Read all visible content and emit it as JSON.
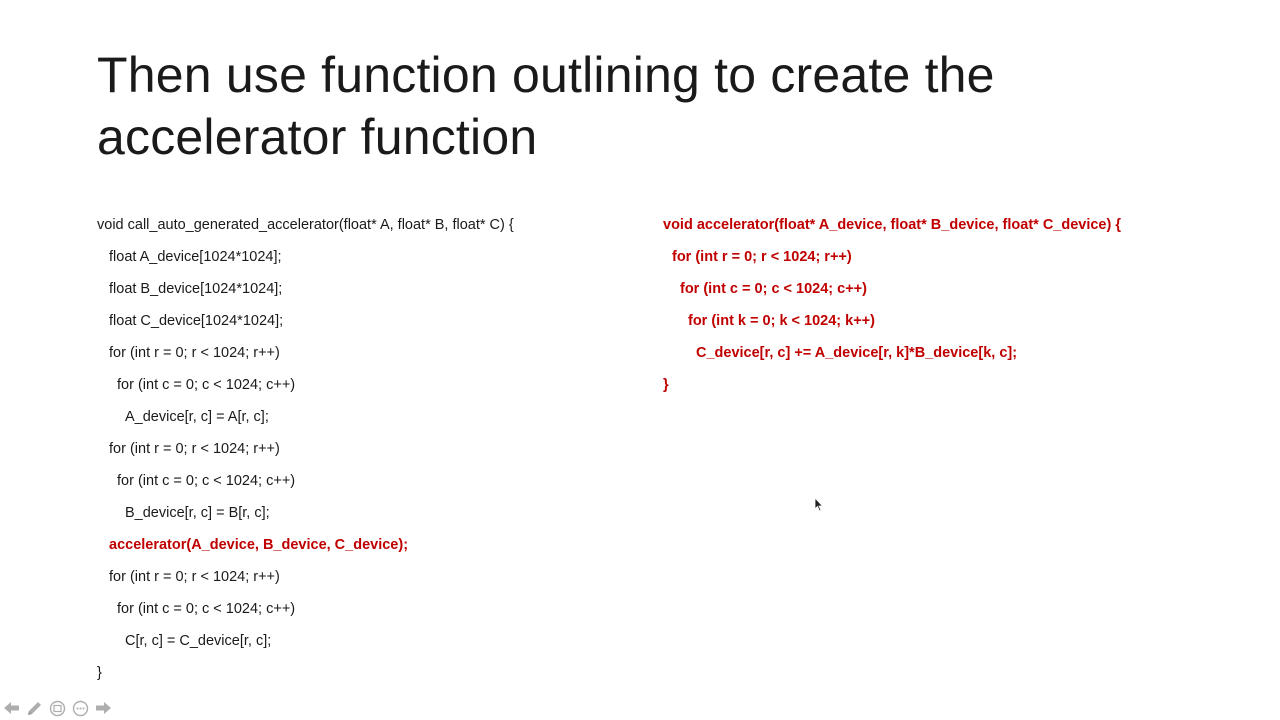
{
  "slide": {
    "title": "Then use function outlining to create the accelerator function"
  },
  "left_code": {
    "lines": [
      "void call_auto_generated_accelerator(float* A, float* B, float* C) {",
      "float A_device[1024*1024];",
      "float B_device[1024*1024];",
      "float C_device[1024*1024];",
      "for (int r = 0; r < 1024; r++)",
      "for (int c = 0; c < 1024; c++)",
      "A_device[r, c] = A[r, c];",
      "for (int r = 0; r < 1024; r++)",
      "for (int c = 0; c < 1024; c++)",
      "B_device[r, c] = B[r, c];",
      "accelerator(A_device, B_device, C_device);",
      "for (int r = 0; r < 1024; r++)",
      "for (int c = 0; c < 1024; c++)",
      "C[r, c] = C_device[r, c];",
      "}"
    ]
  },
  "right_code": {
    "lines": [
      "void accelerator(float* A_device, float* B_device, float* C_device) {",
      "for (int r = 0; r < 1024; r++)",
      "for (int c = 0; c < 1024; c++)",
      "for (int k = 0; k < 1024; k++)",
      "C_device[r, c] += A_device[r, k]*B_device[k, c];",
      "}"
    ]
  },
  "colors": {
    "highlight": "#c00000",
    "text": "#1a1a1a"
  },
  "navigation": {
    "icons": [
      "previous-arrow-icon",
      "pen-icon",
      "slide-view-icon",
      "more-options-icon",
      "next-arrow-icon"
    ]
  }
}
